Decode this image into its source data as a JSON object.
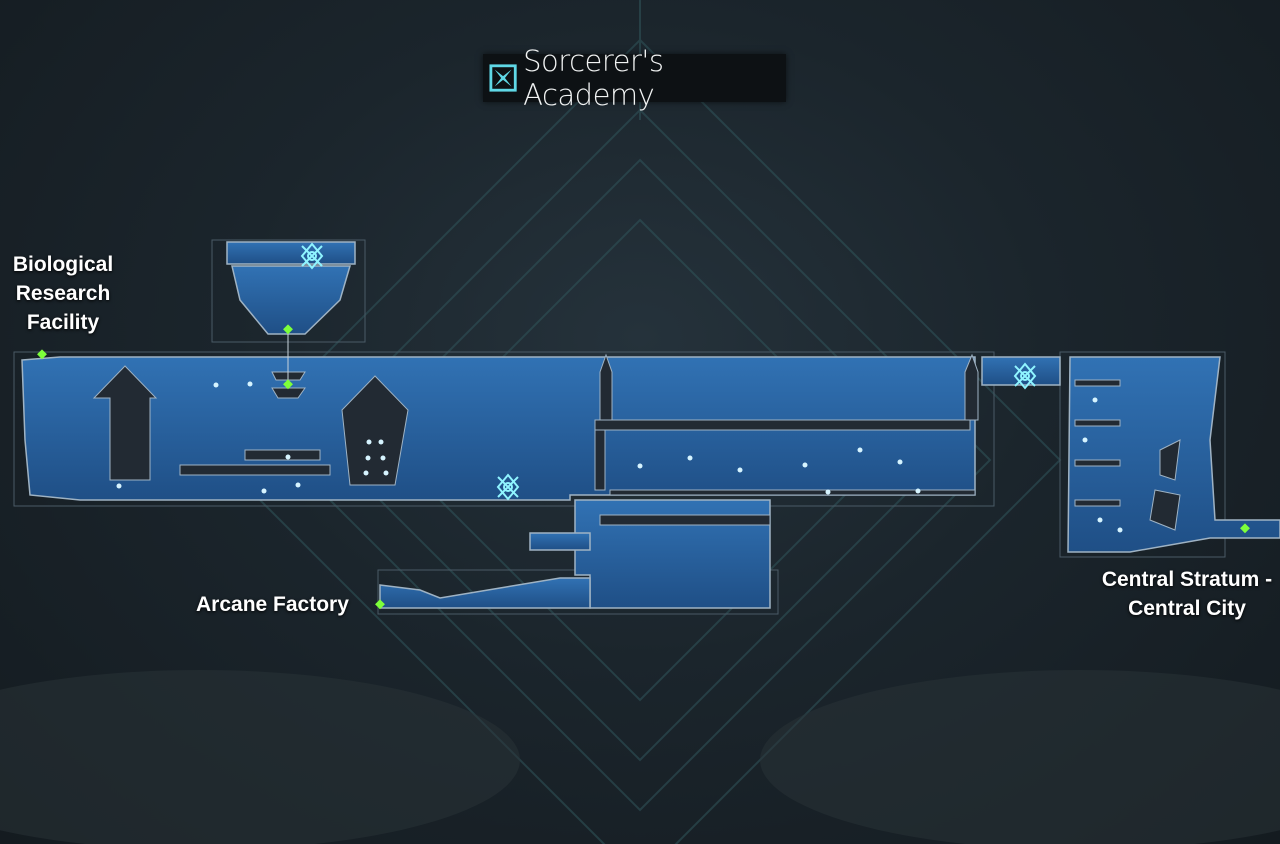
{
  "area_title": {
    "text": "Sorcerer's Academy",
    "icon": "academy-emblem-icon"
  },
  "exits": [
    {
      "label": "Biological Research Facility",
      "lines": [
        "Biological",
        "Research",
        "Facility"
      ]
    },
    {
      "label": "Arcane Factory",
      "lines": [
        "Arcane Factory"
      ]
    },
    {
      "label": "Central Stratum - Central City",
      "lines": [
        "Central Stratum -",
        "Central City"
      ]
    }
  ],
  "colors": {
    "map_fill": "#2b64a0",
    "map_dark": "#1c3d63",
    "outline": "#8ea6bb",
    "save_point": "#7ff0ff",
    "exit_marker": "#7dff3a",
    "background": "#1b252c"
  },
  "icons": {
    "save_point": "save-crystal-icon",
    "exit": "exit-marker-icon",
    "item": "item-orb-icon"
  }
}
